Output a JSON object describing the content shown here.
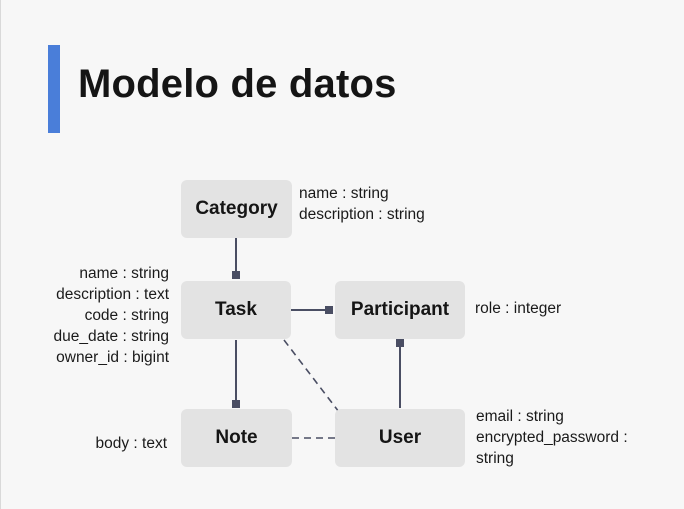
{
  "slide": {
    "title": "Modelo de datos"
  },
  "entities": {
    "category": "Category",
    "task": "Task",
    "participant": "Participant",
    "note": "Note",
    "user": "User"
  },
  "attributes": {
    "category": [
      "name :  string",
      "description : string"
    ],
    "task": [
      "name : string",
      "description : text",
      "code : string",
      "due_date : string",
      "owner_id : bigint"
    ],
    "participant": [
      "role : integer"
    ],
    "note": [
      "body : text"
    ],
    "user": [
      "email : string",
      "encrypted_password :",
      "string"
    ]
  },
  "colors": {
    "accent": "#4a7ed9",
    "entity_fill": "#e3e3e3",
    "connector": "#4a4e63"
  }
}
